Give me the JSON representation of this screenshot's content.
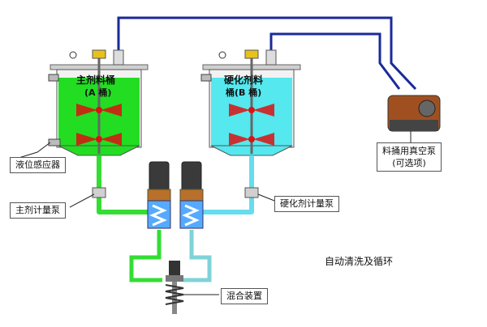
{
  "tank_a": {
    "label_line1": "主剂料桶",
    "label_line2": "(A 桶)",
    "color": "#22dd22"
  },
  "tank_b": {
    "label_line1": "硬化剂料",
    "label_line2": "桶(B 桶)",
    "color": "#55e8ee"
  },
  "labels": {
    "level_sensor": "液位感应器",
    "main_pump": "主剂计量泵",
    "hardener_pump": "硬化剂计量泵",
    "vacuum_pump_line1": "料捅用真空泵",
    "vacuum_pump_line2": "(可选项)",
    "auto_clean": "自动清洗及循环",
    "mixer": "混合装置"
  },
  "colors": {
    "vacuum_line": "#1a2a9a",
    "pipe_a": "#33dd33",
    "pipe_b": "#66ddee",
    "valve_red": "#dd1111"
  }
}
